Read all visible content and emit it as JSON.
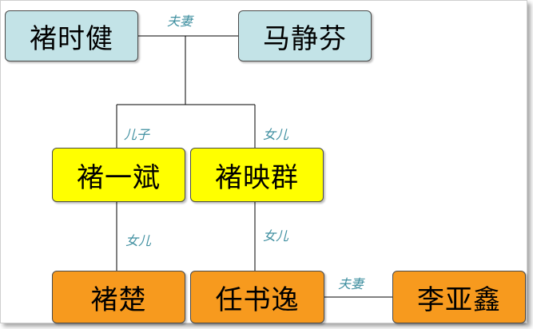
{
  "nodes": {
    "chu_shijian": "褚时健",
    "ma_jingfen": "马静芬",
    "chu_yibin": "褚一斌",
    "chu_yingqun": "褚映群",
    "chu_chu": "褚楚",
    "ren_shuyi": "任书逸",
    "li_yaxin": "李亚鑫"
  },
  "relations": {
    "spouse_top": "夫妻",
    "son": "儿子",
    "daughter_right": "女儿",
    "daughter_left_bottom": "女儿",
    "daughter_right_bottom": "女儿",
    "spouse_bottom": "夫妻"
  },
  "colors": {
    "parent_box": "#c3e3e7",
    "child_box": "#ffff00",
    "grandchild_box": "#f79a1e",
    "relation_text": "#3f8fa0"
  }
}
